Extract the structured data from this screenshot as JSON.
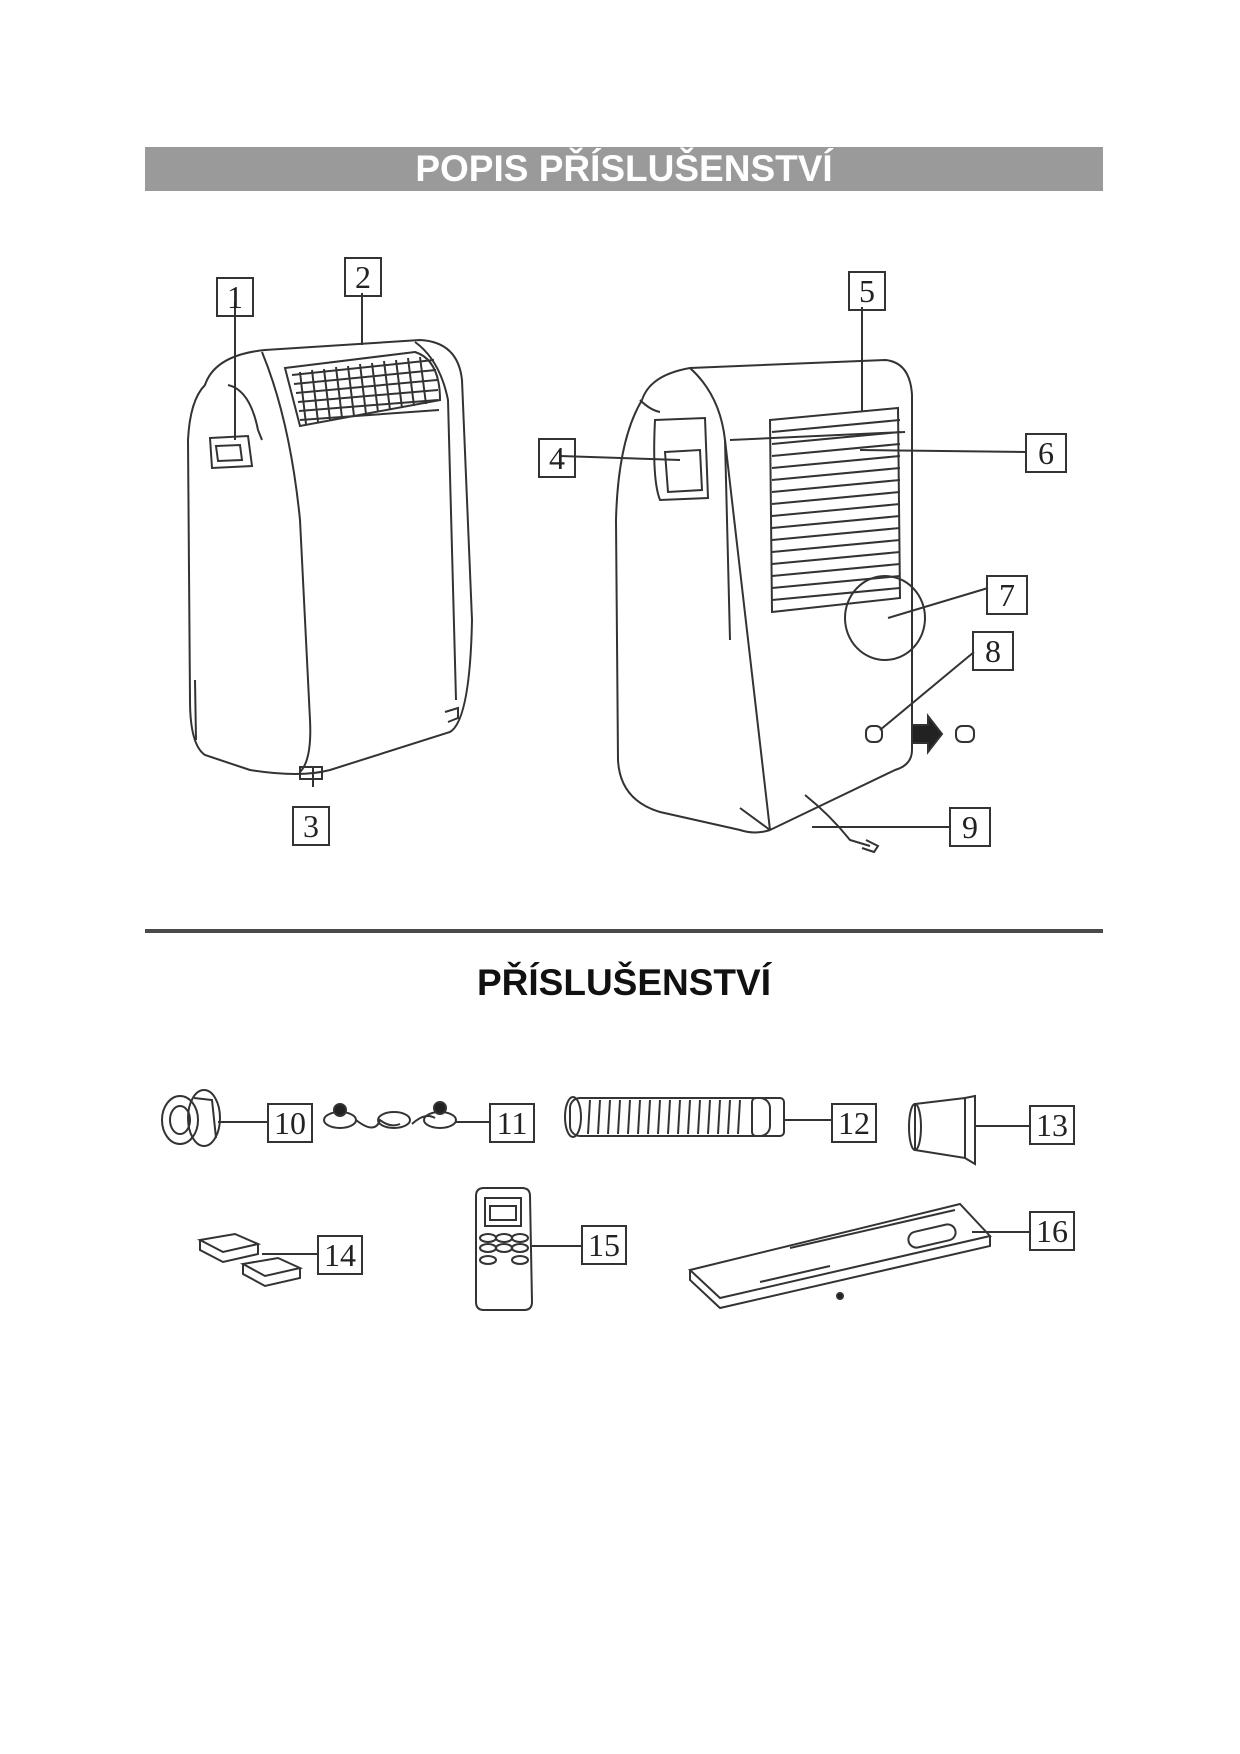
{
  "page": {
    "heading": "POPIS PŘÍSLUŠENSTVÍ",
    "subheading": "PŘÍSLUŠENSTVÍ"
  },
  "unit_labels": [
    "1",
    "2",
    "3",
    "4",
    "5",
    "6",
    "7",
    "8",
    "9"
  ],
  "accessory_labels": [
    "10",
    "11",
    "12",
    "13",
    "14",
    "15",
    "16"
  ],
  "colors": {
    "banner_bg": "#9a9a9a",
    "banner_text": "#ffffff",
    "line": "#333333"
  }
}
